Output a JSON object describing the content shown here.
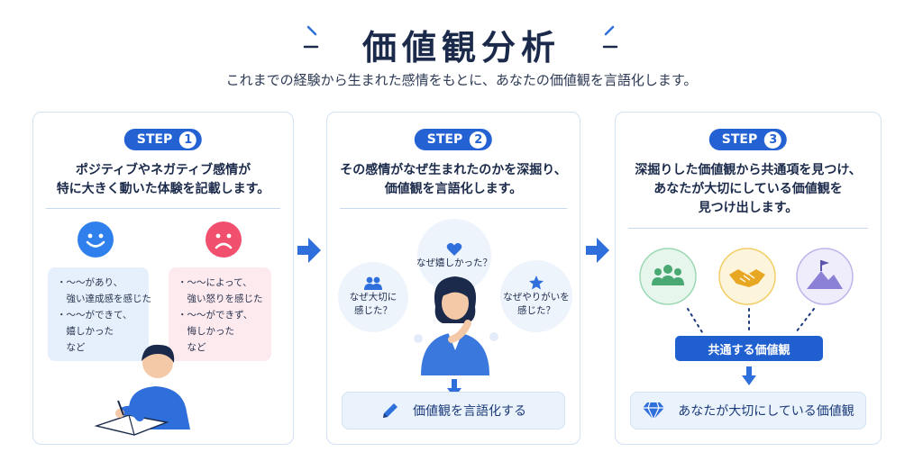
{
  "header": {
    "title": "価値観分析",
    "subtitle": "これまでの経験から生まれた感情をもとに、あなたの価値観を言語化します。"
  },
  "steps": [
    {
      "label": "STEP",
      "number": "1",
      "lines": [
        "ポジティブやネガティブ感情が",
        "特に大きく動いた体験を記載します。"
      ],
      "positive_note": [
        "・～～があり、",
        "　強い達成感を感じた",
        "・～～ができて、",
        "　嬉しかった",
        "　など"
      ],
      "negative_note": [
        "・～～によって、",
        "　強い怒りを感じた",
        "・～～ができず、",
        "　悔しかった",
        "　など"
      ]
    },
    {
      "label": "STEP",
      "number": "2",
      "lines": [
        "その感情がなぜ生まれたのかを深掘り、",
        "価値観を言語化します。"
      ],
      "bubble_top": "なぜ嬉しかった？",
      "bubble_left": [
        "なぜ大切に",
        "感じた？"
      ],
      "bubble_right": [
        "なぜやりがいを",
        "感じた？"
      ],
      "result": "価値観を言語化する"
    },
    {
      "label": "STEP",
      "number": "3",
      "lines": [
        "深掘りした価値観から共通項を見つけ、",
        "あなたが大切にしている価値観を",
        "見つけ出します。"
      ],
      "common": "共通する価値観",
      "result": "あなたが大切にしている価値観"
    }
  ],
  "icons": {
    "positive": "smile-face-icon",
    "negative": "sad-face-icon",
    "heart": "heart-icon",
    "people": "people-icon",
    "star": "star-icon",
    "pencil": "pencil-icon",
    "group": "group-icon",
    "handshake": "handshake-icon",
    "mountain": "mountain-flag-icon",
    "diamond": "diamond-icon"
  },
  "colors": {
    "accent": "#2462d4",
    "positive": "#2f80ed",
    "negative": "#f0506e",
    "green": "#5cc08a",
    "yellow": "#f2b731",
    "purple": "#8a80d6"
  }
}
